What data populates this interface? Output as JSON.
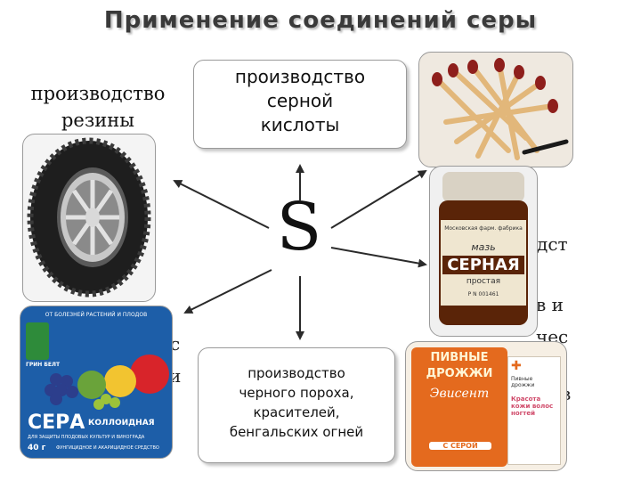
{
  "title": "Применение  соединений серы",
  "center": {
    "symbol": "S"
  },
  "labels": {
    "rubber": [
      "производство",
      "резины"
    ],
    "acid": [
      "производство",
      "серной",
      "кислоты"
    ],
    "powder": [
      "производство",
      "черного пороха,",
      "красителей,",
      "бенгальских огней"
    ]
  },
  "partial_text": {
    "right": [
      "дст",
      "в и",
      "чес",
      "в"
    ],
    "left": [
      "с",
      "и"
    ]
  },
  "products": {
    "ointment": {
      "brand_line": "Московская фарм. фабрика",
      "name_small": "мазь",
      "name": "СЕРНАЯ",
      "sub": "простая",
      "reg": "Р N 001461"
    },
    "fertilizer": {
      "brand": "ГРИН БЕЛТ",
      "banner": "ОТ БОЛЕЗНЕЙ РАСТЕНИЙ И ПЛОДОВ",
      "big": "СЕРА",
      "sub": "КОЛЛОИДНАЯ",
      "desc": "ДЛЯ ЗАЩИТЫ ПЛОДОВЫХ КУЛЬТУР И ВИНОГРАДА",
      "weight": "40 г",
      "foot": "ФУНГИЦИДНОЕ И АКАРИЦИДНОЕ СРЕДСТВО"
    },
    "yeast": {
      "line1": "ПИВНЫЕ",
      "line2": "ДРОЖЖИ",
      "brand": "Эвисент",
      "badge": "С СЕРОЙ",
      "box_title": "Пивные дрожжи",
      "box_text": "Красота кожи волос ногтей"
    }
  },
  "colors": {
    "title_text": "#3a3a3a",
    "box_border": "#9a9a9a",
    "arrow": "#2a2a2a",
    "match_head": "#8e1f1c",
    "match_stick": "#e2b77a",
    "fertilizer_blue": "#1d5ea8",
    "yeast_orange": "#e46a1e",
    "jar_brown": "#5a2408"
  }
}
